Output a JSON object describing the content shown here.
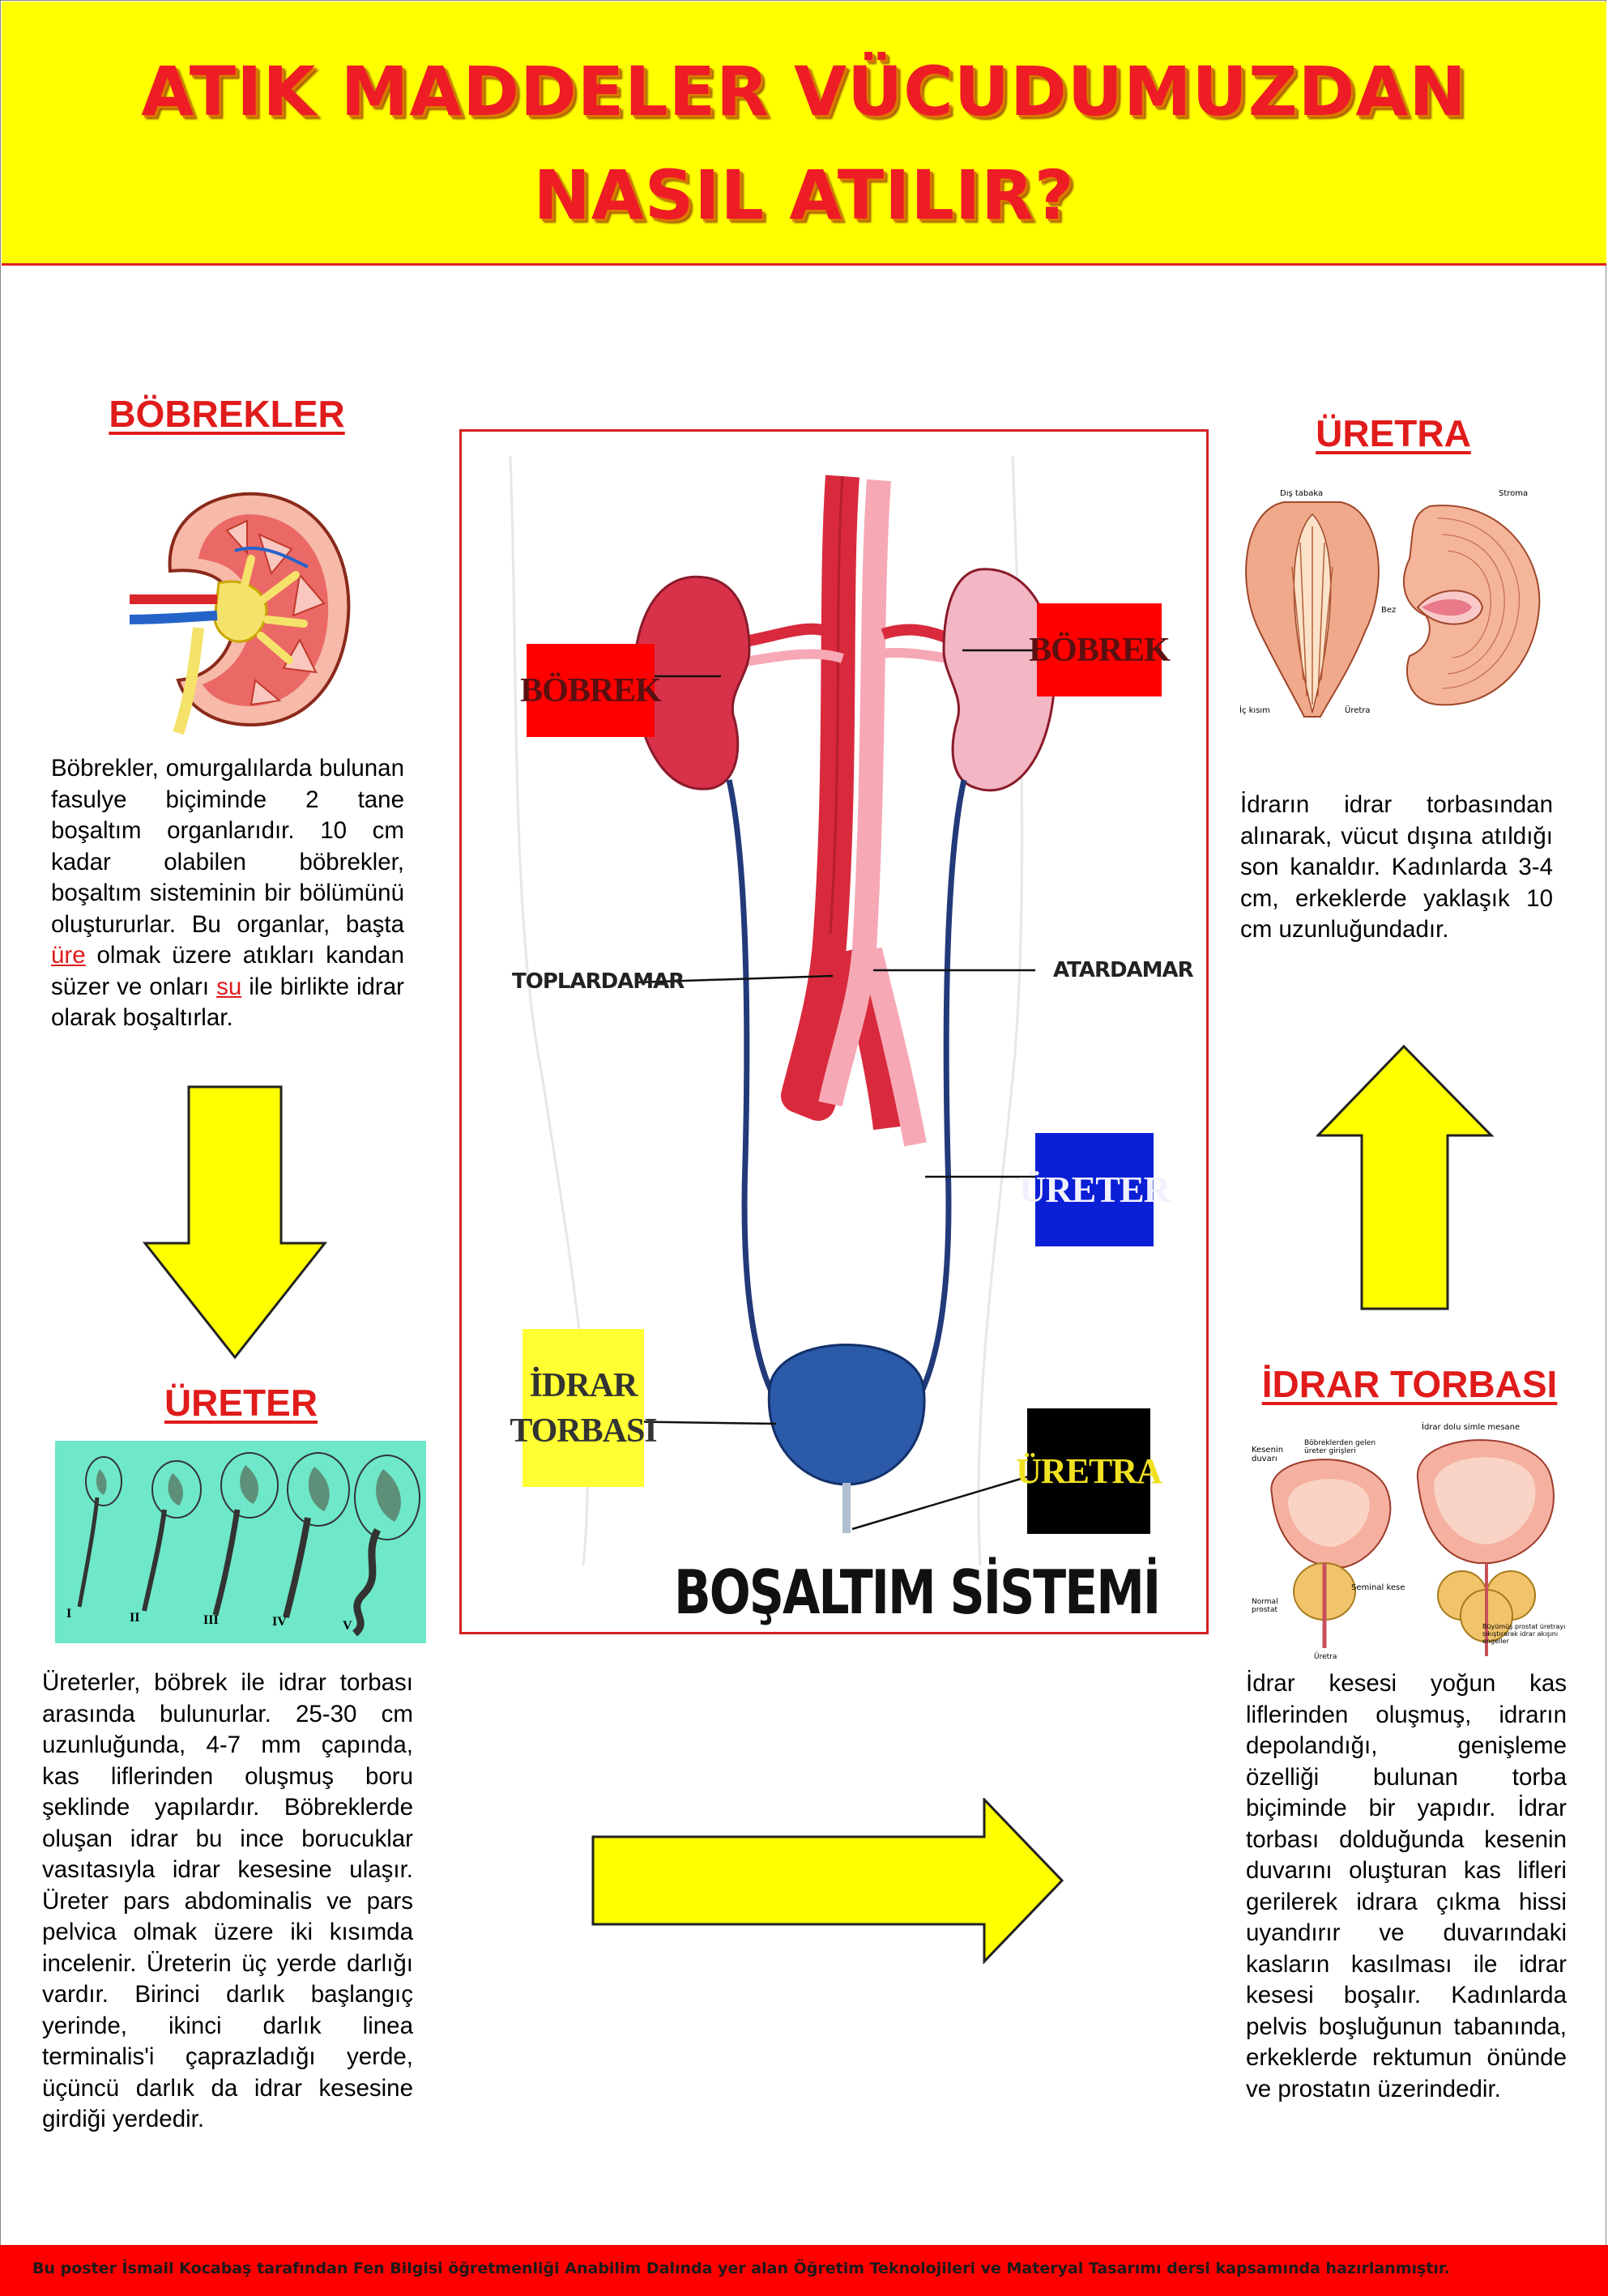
{
  "title": {
    "line1": "ATIK MADDELER VÜCUDUMUZDAN",
    "line2": "NASIL ATILIR?"
  },
  "sections": {
    "bobrekler": {
      "title": "BÖBREKLER",
      "text_a": "Böbrekler, omurgalılarda bulunan fasulye biçiminde 2 tane boşaltım organlarıdır. 10 cm kadar olabilen böbrekler, boşaltım sisteminin bir bölümünü oluştururlar. Bu organlar, başta ",
      "hl1": "üre",
      "text_b": " olmak üzere atıkları kandan süzer ve onları ",
      "hl2": "su",
      "text_c": " ile birlikte idrar olarak boşaltırlar."
    },
    "ureter": {
      "title": "ÜRETER",
      "text": "Üreterler, böbrek ile idrar torbası arasında bulunurlar. 25-30 cm uzunluğunda, 4-7 mm çapında, kas liflerinden oluşmuş boru şeklinde yapılardır. Böbreklerde oluşan idrar bu ince borucuklar vasıtasıyla idrar kesesine ulaşır. Üreter pars abdominalis ve pars pelvica olmak üzere iki kısımda incelenir. Üreterin üç yerde darlığı vardır. Birinci darlık başlangıç yerinde, ikinci darlık linea terminalis'i çaprazladığı yerde, üçüncü darlık da idrar kesesine girdiği yerdedir.",
      "stage_labels": [
        "I",
        "II",
        "III",
        "IV",
        "V"
      ]
    },
    "uretra": {
      "title": "ÜRETRA",
      "text": "İdrarın idrar torbasından alınarak, vücut dışına atıldığı son kanaldır. Kadınlarda 3-4 cm, erkeklerde yaklaşık 10 cm uzunluğundadır.",
      "illus_labels": [
        "Dış tabaka",
        "Stroma",
        "Bez",
        "İç kısım",
        "Üretra"
      ]
    },
    "idrar_torbasi": {
      "title": "İDRAR TORBASI",
      "text": "İdrar kesesi yoğun kas liflerinden oluşmuş, idrarın depolandığı, genişleme özelliği bulunan torba biçiminde bir yapıdır. İdrar torbası dolduğunda kesenin duvarını oluşturan kas lifleri gerilerek idrara çıkma hissi uyandırır ve duvarındaki kasların kasılması ile idrar kesesi boşalır. Kadınlarda pelvis boşluğunun tabanında, erkeklerde rektumun önünde ve prostatın üzerindedir.",
      "illus_labels": [
        "İdrar dolu simle mesane",
        "Kesenin duvarı",
        "Böbreklerden gelen üreter girişleri",
        "Seminal kese",
        "Normal prostat",
        "Üretra",
        "Büyümüş prostat üretrayı sıkıştırarak idrar akışını engeller"
      ]
    }
  },
  "diagram": {
    "title": "BOŞALTIM SİSTEMİ",
    "labels": {
      "bobrek_left": "BÖBREK",
      "bobrek_right": "BÖBREK",
      "toplardamar": "TOPLARDAMAR",
      "atardamar": "ATARDAMAR",
      "ureter": "ÜRETER",
      "idrar_torbasi_l1": "İDRAR",
      "idrar_torbasi_l2": "TORBASI",
      "uretra": "ÜRETRA"
    },
    "colors": {
      "bobrek": "#ff0000",
      "ureter": "#0a1fd6",
      "idrar_torbasi": "#ffff33",
      "uretra": "#000000"
    }
  },
  "footer": {
    "text": "Bu poster İsmail Kocabaş tarafından Fen Bilgisi öğretmenliği Anabilim Dalında yer alan Öğretim Teknolojileri ve Materyal Tasarımı dersi kapsamında hazırlanmıştır."
  },
  "colors": {
    "title_band": "#ffff00",
    "title_text": "#ee1c24",
    "section_title": "#e01b1b",
    "arrow": "#ffff00",
    "footer": "#ff0000"
  }
}
